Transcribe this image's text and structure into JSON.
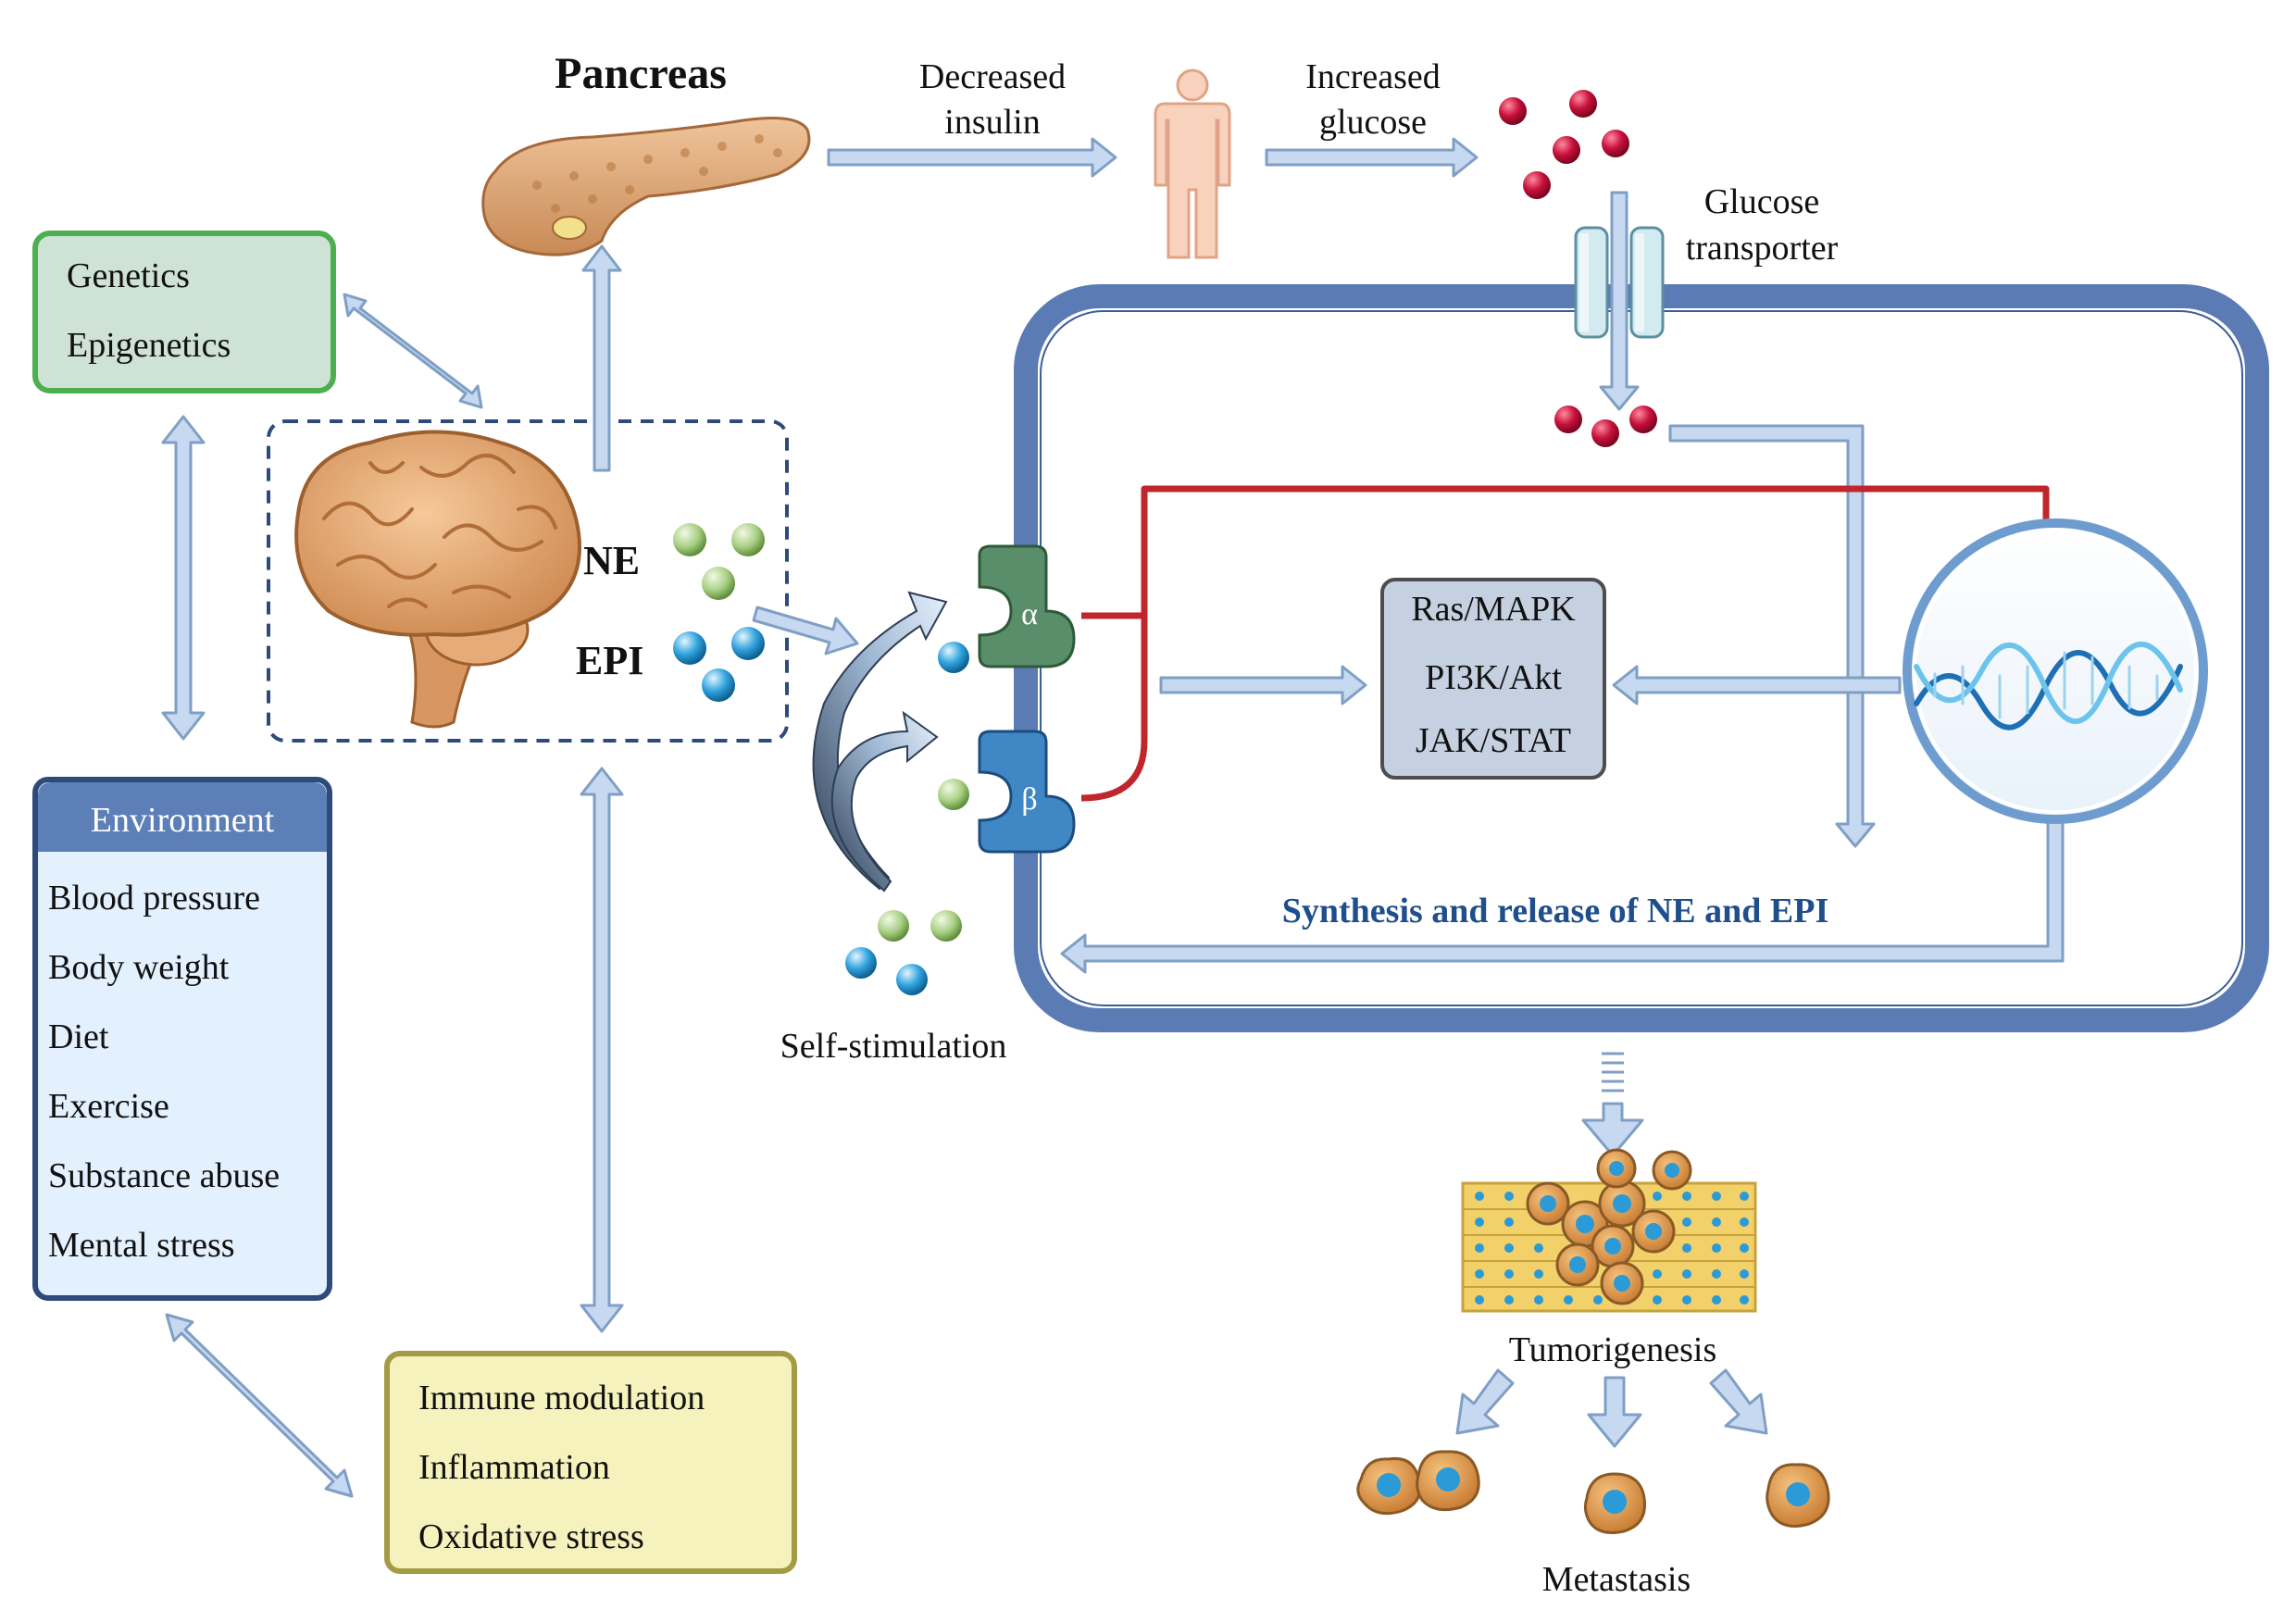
{
  "colors": {
    "arrow_fill": "#c6d9f1",
    "arrow_stroke": "#7f9fc4",
    "cell_border": "#5a7bb4",
    "green_box_border": "#4caf50",
    "green_box_fill": "#cfe2d6",
    "env_border": "#2e4a7a",
    "env_header": "#5b7fb6",
    "env_fill": "#e3f0fd",
    "yellow_box_border": "#a39b45",
    "yellow_box_fill": "#f6f2bd",
    "pathway_fill": "#c5d1e0",
    "red_line": "#c0262b",
    "dark_blue_text": "#1f4e8c",
    "glucose": "#c8103c",
    "ne_ball": "#a8cf84",
    "epi_ball": "#33a4df"
  },
  "pancreas": {
    "title": "Pancreas"
  },
  "flow": {
    "decreased_insulin": [
      "Decreased",
      "insulin"
    ],
    "increased_glucose": [
      "Increased",
      "glucose"
    ],
    "glucose_transporter": [
      "Glucose",
      "transporter"
    ]
  },
  "genetics_box": {
    "items": [
      "Genetics",
      "Epigenetics"
    ]
  },
  "brain": {
    "ne_label": "NE",
    "epi_label": "EPI"
  },
  "environment": {
    "header": "Environment",
    "items": [
      "Blood pressure",
      "Body weight",
      "Diet",
      "Exercise",
      "Substance abuse",
      "Mental stress"
    ]
  },
  "immune_box": {
    "items": [
      "Immune modulation",
      "Inflammation",
      "Oxidative stress"
    ]
  },
  "receptors": {
    "alpha": "α",
    "beta": "β"
  },
  "pathways": {
    "items": [
      "Ras/MAPK",
      "PI3K/Akt",
      "JAK/STAT"
    ]
  },
  "synthesis_label": "Synthesis and release of NE and EPI",
  "self_stimulation": "Self-stimulation",
  "tumorigenesis": "Tumorigenesis",
  "metastasis": "Metastasis"
}
